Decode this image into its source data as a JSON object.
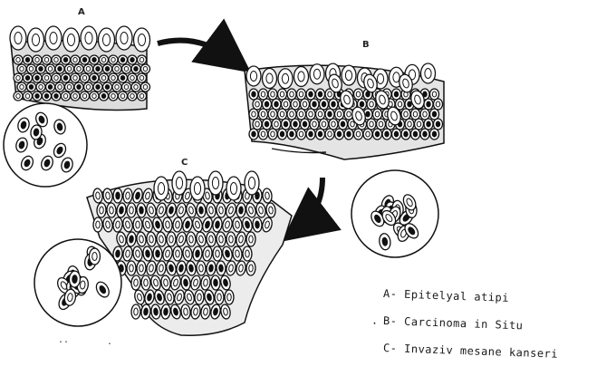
{
  "panels": {
    "a": {
      "letter": "A"
    },
    "b": {
      "letter": "B"
    },
    "c": {
      "letter": "C"
    }
  },
  "legend": {
    "items": [
      {
        "text": "A- Epitelyal atipi"
      },
      {
        "text": "B- Carcinoma in Situ"
      },
      {
        "text": "C- Invaziv mesane kanseri"
      }
    ],
    "bullet": "."
  },
  "colors": {
    "ink": "#111111",
    "paper": "#ffffff"
  }
}
